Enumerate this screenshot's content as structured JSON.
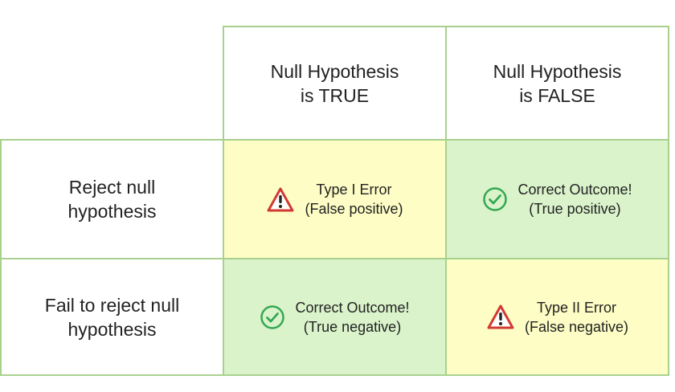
{
  "columns": [
    {
      "line1": "Null Hypothesis",
      "line2": "is TRUE"
    },
    {
      "line1": "Null Hypothesis",
      "line2": "is FALSE"
    }
  ],
  "rows": [
    {
      "line1": "Reject null",
      "line2": "hypothesis"
    },
    {
      "line1": "Fail to reject null",
      "line2": "hypothesis"
    }
  ],
  "outcomes": {
    "reject_true": {
      "line1": "Type I Error",
      "line2": "(False positive)",
      "icon": "warning-triangle-icon"
    },
    "reject_false": {
      "line1": "Correct Outcome!",
      "line2": "(True positive)",
      "icon": "check-circle-icon"
    },
    "fail_true": {
      "line1": "Correct Outcome!",
      "line2": "(True negative)",
      "icon": "check-circle-icon"
    },
    "fail_false": {
      "line1": "Type II Error",
      "line2": "(False negative)",
      "icon": "warning-triangle-icon"
    }
  },
  "colors": {
    "border": "#a9d18e",
    "error_fill": "#fdfdc5",
    "correct_fill": "#daf3cb",
    "warning_red": "#d13a33",
    "check_green": "#34a853"
  }
}
